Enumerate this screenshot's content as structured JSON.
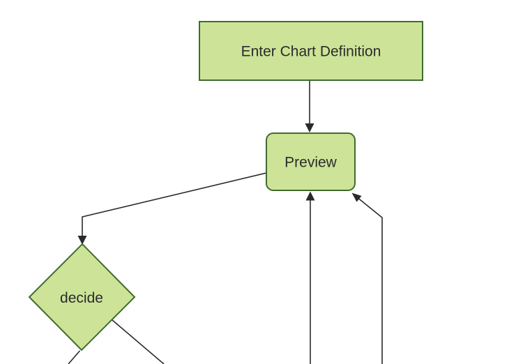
{
  "diagram": {
    "type": "flowchart",
    "orientation": "top-down",
    "nodes": [
      {
        "id": "enter-chart-definition",
        "label": "Enter Chart Definition",
        "shape": "rectangle"
      },
      {
        "id": "preview",
        "label": "Preview",
        "shape": "rounded-rectangle"
      },
      {
        "id": "decide",
        "label": "decide",
        "shape": "diamond"
      }
    ],
    "edges": [
      {
        "from": "enter-chart-definition",
        "to": "preview",
        "arrowhead": true
      },
      {
        "from": "preview",
        "to": "decide",
        "arrowhead": true
      },
      {
        "from": "offscreen-bottom",
        "to": "preview",
        "arrowhead": true
      },
      {
        "from": "offscreen-bottom-right",
        "to": "preview",
        "arrowhead": true
      },
      {
        "from": "decide",
        "to": "offscreen-bottom-left",
        "arrowhead": false
      },
      {
        "from": "decide",
        "to": "offscreen-bottom-right",
        "arrowhead": false
      }
    ],
    "theme": {
      "canvas_bg": "#ffffff",
      "node_fill": "#cde498",
      "node_stroke": "#3f6b2e",
      "edge_color": "#2a2a2a",
      "text_color": "#2b2b2b"
    }
  }
}
